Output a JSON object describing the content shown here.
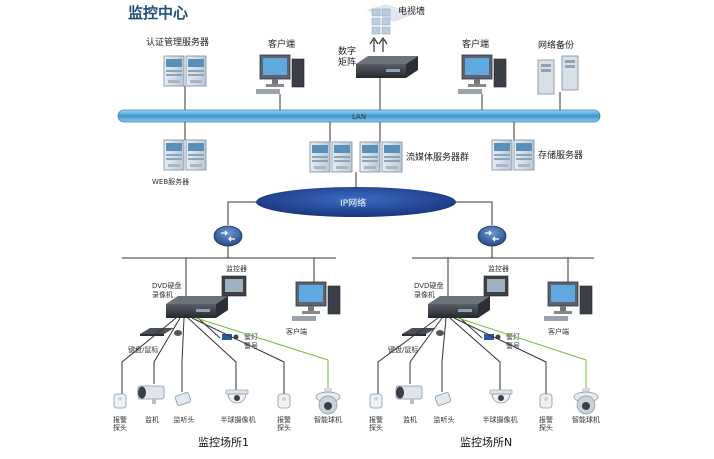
{
  "center": {
    "title": "监控中心",
    "auth_server": "认证管理服务器",
    "client_left": "客户端",
    "video_wall": "电视墙",
    "matrix_line1": "数字",
    "matrix_line2": "矩阵",
    "client_right": "客户端",
    "backup": "网络备份",
    "lan": "LAN",
    "web_server": "WEB服务器",
    "streaming": "流媒体服务器群",
    "storage": "存储服务器",
    "ip_network": "IP网络"
  },
  "site_left": {
    "name": "监控场所1",
    "monitor": "监控器",
    "dvr_line1": "DVD硬盘",
    "dvr_line2": "录像机",
    "client": "客户端",
    "keyboard": "键盘/鼠标",
    "alarm_line1": "警灯",
    "alarm_line2": "警号",
    "devices": [
      "报警\n探头",
      "监机",
      "监听头",
      "半球摄像机",
      "报警\n探头",
      "智能球机"
    ]
  },
  "site_right": {
    "name": "监控场所N",
    "monitor": "监控器",
    "dvr_line1": "DVD硬盘",
    "dvr_line2": "录像机",
    "client": "客户端",
    "keyboard": "键盘/鼠标",
    "alarm_line1": "警灯",
    "alarm_line2": "警号",
    "devices": [
      "报警\n探头",
      "监机",
      "监听头",
      "半球摄像机",
      "报警\n探头",
      "智能球机"
    ]
  },
  "colors": {
    "lan": "#5aa9d8",
    "cloud": "#1e3f8f",
    "router": "#2c5aa0",
    "link": "#333333",
    "camera_link": "#6abf3a"
  }
}
